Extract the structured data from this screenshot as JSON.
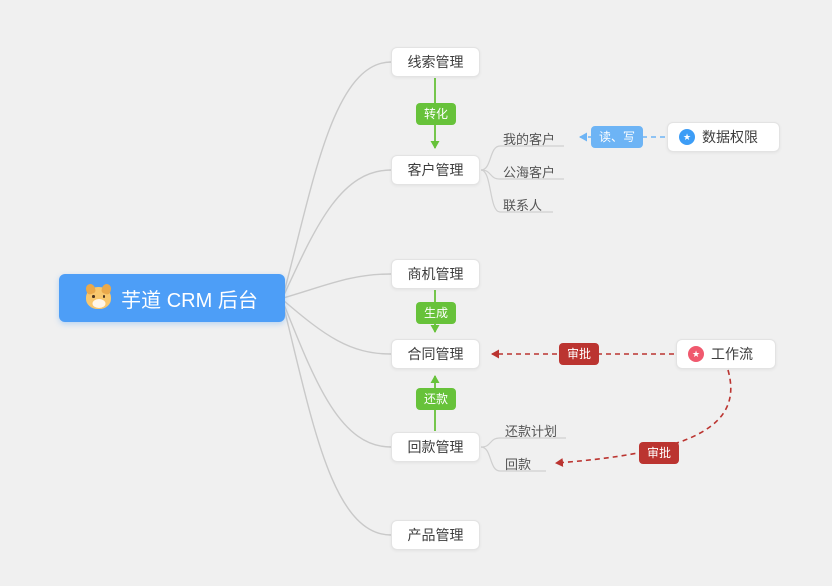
{
  "colors": {
    "background": "#f0f0f0",
    "rootNode": "#4d9ef7",
    "success": "#67c23a",
    "danger": "#bb3430",
    "info": "#6db4f5",
    "permIcon": "#3d9df6",
    "flowIcon": "#f0596e",
    "connector": "#c9c9c9"
  },
  "root": {
    "label": "芋道 CRM 后台",
    "icon": "dog-icon"
  },
  "branches": [
    {
      "id": "leads",
      "label": "线索管理"
    },
    {
      "id": "customers",
      "label": "客户管理",
      "children": [
        "我的客户",
        "公海客户",
        "联系人"
      ]
    },
    {
      "id": "opportunity",
      "label": "商机管理"
    },
    {
      "id": "contract",
      "label": "合同管理"
    },
    {
      "id": "receivable",
      "label": "回款管理",
      "children": [
        "还款计划",
        "回款"
      ]
    },
    {
      "id": "product",
      "label": "产品管理"
    }
  ],
  "side_nodes": {
    "data_permission": {
      "label": "数据权限",
      "icon": "star-icon",
      "icon_glyph": "★"
    },
    "workflow": {
      "label": "工作流",
      "icon": "star-icon",
      "icon_glyph": "★"
    }
  },
  "edge_labels": {
    "convert": "转化",
    "generate": "生成",
    "repay": "还款",
    "read_write": "读、写",
    "approve_contract": "审批",
    "approve_receivable": "审批"
  }
}
